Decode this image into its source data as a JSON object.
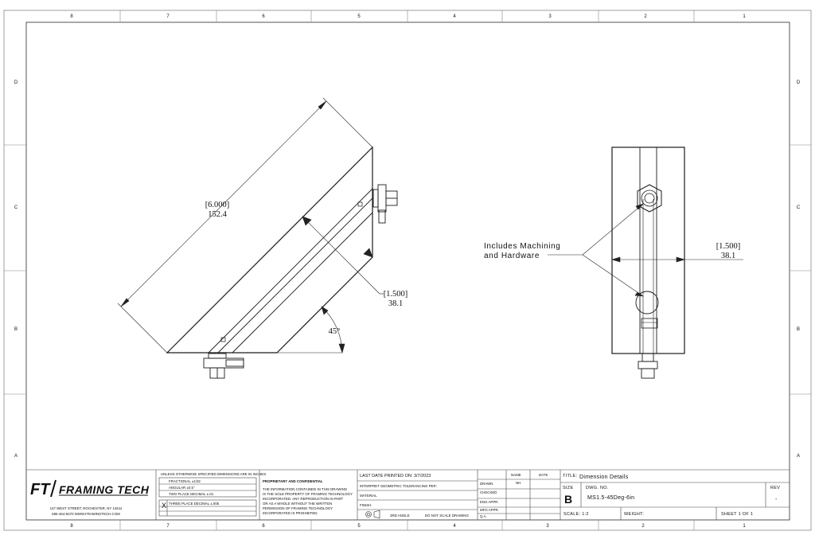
{
  "zones": {
    "top": [
      "8",
      "7",
      "6",
      "5",
      "4",
      "3",
      "2",
      "1"
    ],
    "side": [
      "D",
      "C",
      "B",
      "A"
    ]
  },
  "drawing": {
    "left_view": {
      "length_in": "[6.000]",
      "length_mm": "152.4",
      "width_in": "[1.500]",
      "width_mm": "38.1",
      "angle": "45°"
    },
    "right_view": {
      "note_line1": "Includes Machining",
      "note_line2": "and Hardware",
      "width_in": "[1.500]",
      "width_mm": "38.1"
    }
  },
  "logo": {
    "mark": "FT",
    "name": "FRAMING TECH",
    "address": "137 WEST STREET, ROCHESTER, NY 14611",
    "contact": "585-464-8470   WWW.FRAMINGTECH.COM"
  },
  "tolerance_block": {
    "rows": [
      "UNLESS OTHERWISE SPECIFIED DIMENSIONS ARE IN INCHES",
      "FRACTIONAL  ±1/32",
      "ANGULAR  ±0.5°",
      "TWO PLACE DECIMAL  ±.01",
      "THREE PLACE DECIMAL  ±.005"
    ]
  },
  "proprietary": {
    "heading": "PROPRIETARY AND CONFIDENTIAL",
    "lines": [
      "THE INFORMATION CONTAINED IN THIS DRAWING",
      "IS THE SOLE PROPERTY OF FRAMING TECHNOLOGY",
      "INCORPORATED. ANY REPRODUCTION IN PART",
      "OR AS A WHOLE WITHOUT THE WRITTEN",
      "PERMISSION OF FRAMING TECHNOLOGY",
      "INCORPORATED IS PROHIBITED."
    ]
  },
  "print_block": {
    "last_printed": "LAST DATE PRINTED ON: 3/7/2023",
    "interpret": "INTERPRET GEOMETRIC TOLERANCING PER:",
    "material": "MATERIAL",
    "finish": "FINISH",
    "third_angle": "3RD ANGLE",
    "do_not_scale": "DO NOT SCALE DRAWING"
  },
  "approvals": {
    "name_header": "NAME",
    "date_header": "DATE",
    "rows": [
      {
        "label": "DRAWN",
        "name": "NH"
      },
      {
        "label": "CHECKED",
        "name": ""
      },
      {
        "label": "ENG APPR.",
        "name": ""
      },
      {
        "label": "MFG APPR.",
        "name": ""
      },
      {
        "label": "Q.A.",
        "name": ""
      }
    ]
  },
  "title_block": {
    "title_label": "TITLE:",
    "title": "Dimension Details",
    "size_label": "SIZE",
    "size": "B",
    "dwg_label": "DWG. NO.",
    "dwg_no": "MS1.5-45Deg-6in",
    "rev_label": "REV",
    "rev": "-",
    "scale": "SCALE: 1:2",
    "weight": "WEIGHT:",
    "sheet": "SHEET 1 OF 1"
  }
}
